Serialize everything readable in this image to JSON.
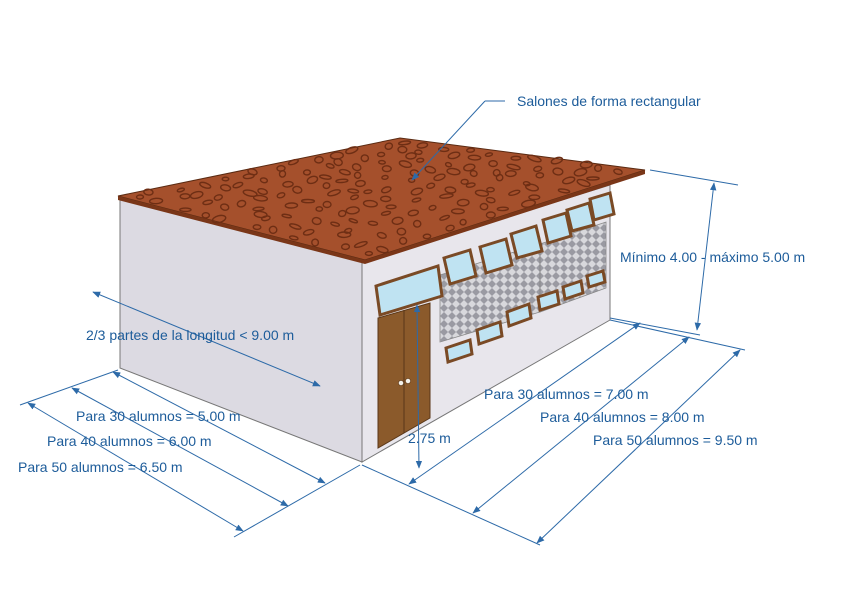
{
  "labels": {
    "callout": "Salones de forma rectangular",
    "height": "Mínimo 4.00 - máximo 5.00 m",
    "width_rule": "2/3 partes de la longitud < 9.00 m",
    "door_height": "2.75 m",
    "width_30": "Para 30 alumnos = 5.00 m",
    "width_40": "Para 40 alumnos = 6.00 m",
    "width_50": "Para 50 alumnos = 6.50 m",
    "length_30": "Para 30 alumnos = 7.00 m",
    "length_40": "Para 40 alumnos = 8.00 m",
    "length_50": "Para 50 alumnos = 9.50 m"
  },
  "colors": {
    "roof": "#a5502c",
    "roof_spots": "#6e2e14",
    "wall_side": "#dcdae2",
    "wall_front": "#e8e6ec",
    "door": "#8b5a2b",
    "window_frame": "#7a4a25",
    "glass": "#bfe3f2",
    "dimension_line": "#2d6aa8",
    "text": "#1d5c9a"
  }
}
